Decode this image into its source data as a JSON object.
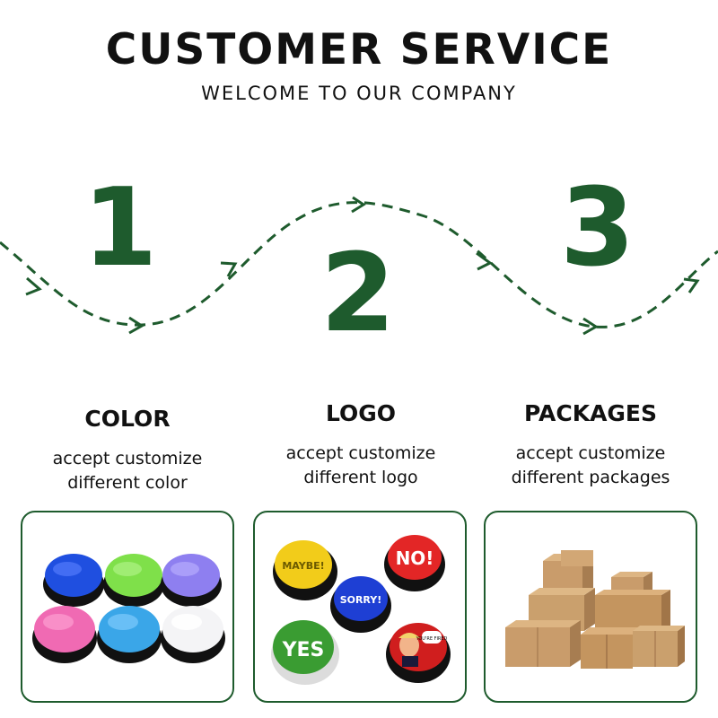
{
  "header": {
    "title": "CUSTOMER SERVICE",
    "subtitle": "WELCOME TO OUR COMPANY"
  },
  "colors": {
    "accent": "#1e5b2d",
    "card_border": "#1e5b2d"
  },
  "steps": [
    {
      "number": "1",
      "title": "COLOR",
      "desc_line1": "accept customize",
      "desc_line2": "different color"
    },
    {
      "number": "2",
      "title": "LOGO",
      "desc_line1": "accept customize",
      "desc_line2": "different logo"
    },
    {
      "number": "3",
      "title": "PACKAGES",
      "desc_line1": "accept customize",
      "desc_line2": "different packages"
    }
  ],
  "logo_buttons": {
    "maybe": "MAYBE!",
    "no": "NO!",
    "sorry": "SORRY!",
    "yes": "YES",
    "bubble": "YOU'RE FIRED"
  },
  "icons": [
    "dashed-arrow-path-icon"
  ]
}
